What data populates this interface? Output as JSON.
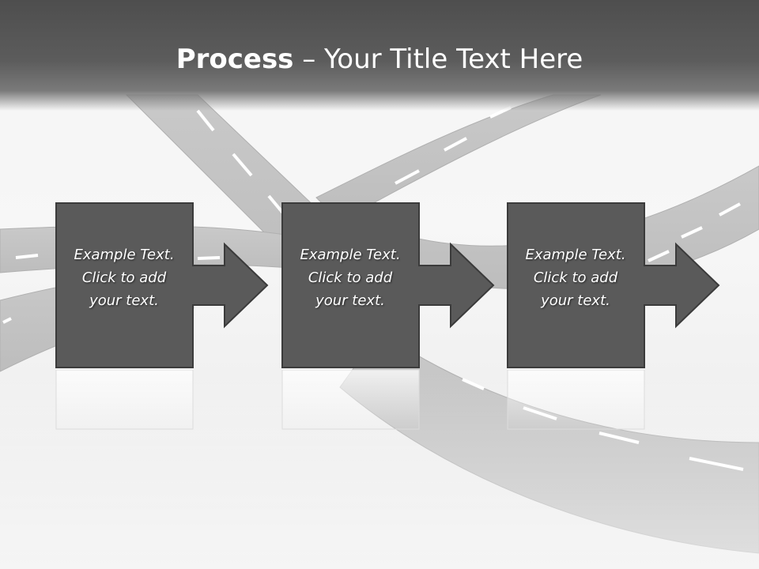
{
  "slide": {
    "title_bold": "Process",
    "title_rest": " – Your Title Text Here"
  },
  "steps": [
    {
      "line1": "Example Text.",
      "line2": "Click  to add",
      "line3": "your text."
    },
    {
      "line1": "Example Text.",
      "line2": "Click  to add",
      "line3": "your text."
    },
    {
      "line1": "Example Text.",
      "line2": "Click  to add",
      "line3": "your text."
    }
  ],
  "colors": {
    "title_band": "#555555",
    "box_fill": "#5a5a5a",
    "box_border": "#3a3a3a",
    "title_text": "#ffffff",
    "road": "#c8c8c8",
    "road_marking": "#ffffff"
  }
}
